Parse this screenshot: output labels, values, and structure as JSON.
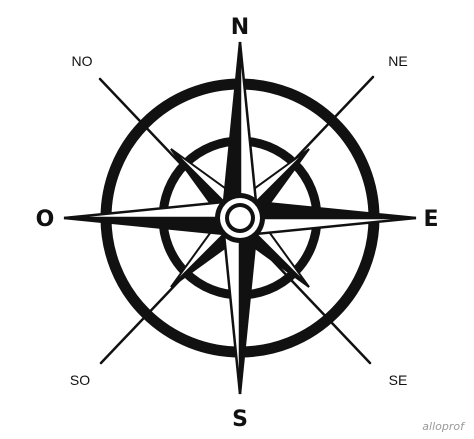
{
  "compass": {
    "cardinal": {
      "north": "N",
      "south": "S",
      "east": "E",
      "west": "O"
    },
    "intercardinal": {
      "northwest": "NO",
      "northeast": "NE",
      "southwest": "SO",
      "southeast": "SE"
    }
  },
  "watermark": "alloprof",
  "colors": {
    "ink": "#111111",
    "background": "#ffffff",
    "watermark": "#9a9a9a"
  }
}
